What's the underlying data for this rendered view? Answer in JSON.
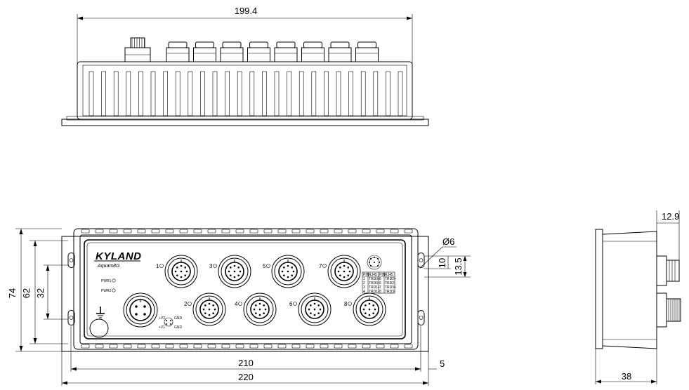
{
  "dimensions": {
    "top_width": "199.4",
    "front_height_total": "74",
    "front_height_mount": "62",
    "front_height_inner": "32",
    "front_width_holes": "210",
    "front_width_total": "220",
    "front_offset": "5",
    "hole_diameter": "Ø6",
    "slot_height_a": "10",
    "slot_height_b": "13.5",
    "side_connector_depth": "12.9",
    "side_depth": "38"
  },
  "device": {
    "brand": "KYLAND",
    "model": "Aquam8G",
    "pwr1": "PWR1",
    "pwr2": "PWR2"
  },
  "ports": [
    "1",
    "3",
    "5",
    "7",
    "2",
    "4",
    "6",
    "8"
  ],
  "pin_table": {
    "header": [
      "PIN",
      "RJ45",
      "PIN",
      "RJ45"
    ],
    "rows": [
      [
        "1",
        "TRD0+",
        "5",
        "TRD2+"
      ],
      [
        "2",
        "TRD0-",
        "6",
        "TRD2-"
      ],
      [
        "3",
        "TRD1+",
        "7",
        "TRD3+"
      ],
      [
        "4",
        "TRD1-",
        "8",
        "TRD3-"
      ]
    ]
  },
  "power_pins": [
    "+V2",
    "+V1",
    "GND",
    "GND"
  ]
}
